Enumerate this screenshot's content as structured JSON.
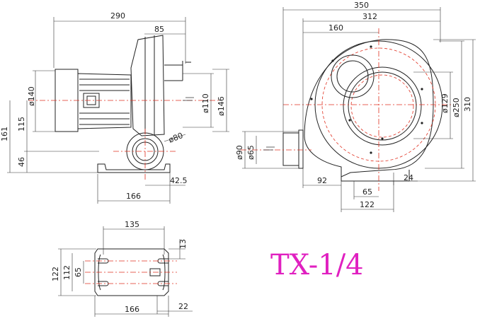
{
  "model_label": "TX-1/4",
  "colors": {
    "centerline": "#e03020",
    "model_text": "#e020c0",
    "line": "#222222"
  },
  "side_view": {
    "dims": {
      "d290": "290",
      "d85": "85",
      "d140": "ø140",
      "d110": "ø110",
      "d146": "ø146",
      "d115": "115",
      "d161": "161",
      "d46": "46",
      "d80": "ø80",
      "d42_5": "42.5",
      "d166": "166"
    }
  },
  "front_view": {
    "dims": {
      "d350": "350",
      "d312": "312",
      "d160": "160",
      "d129": "ø129",
      "d250": "ø250",
      "d310": "310",
      "d90": "ø90",
      "d65v": "ø65",
      "d92": "92",
      "d65": "65",
      "d24": "24",
      "d122": "122"
    }
  },
  "base_view": {
    "dims": {
      "d135": "135",
      "d13": "13",
      "d122": "122",
      "d112": "112",
      "d65": "65",
      "d166": "166",
      "d22": "22"
    }
  }
}
